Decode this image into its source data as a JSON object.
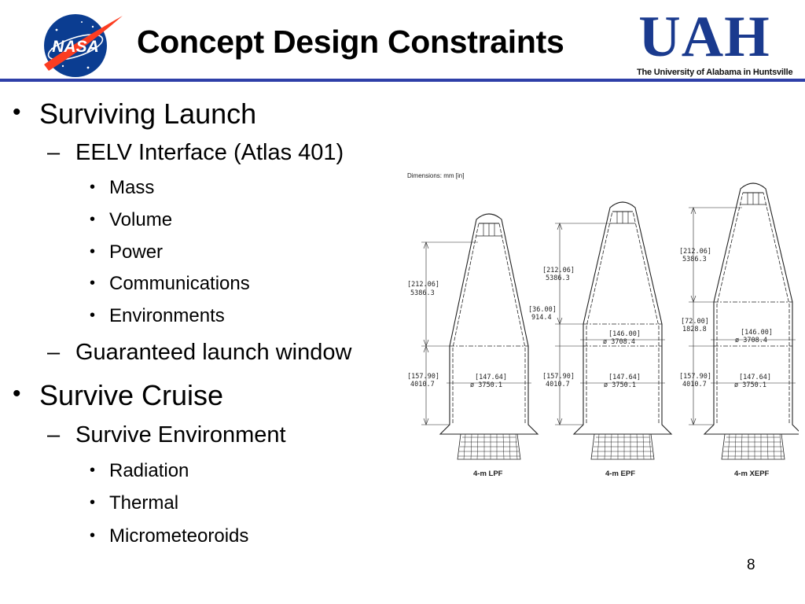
{
  "header": {
    "title": "Concept Design Constraints",
    "nasa_logo_text": "NASA",
    "uah_logo_text": "UAH",
    "uah_subtitle": "The University of Alabama in Huntsville",
    "rule_color": "#2e3fa8"
  },
  "bullets": {
    "b1": "Surviving Launch",
    "b1_1": "EELV Interface (Atlas 401)",
    "b1_1_1": "Mass",
    "b1_1_2": "Volume",
    "b1_1_3": "Power",
    "b1_1_4": "Communications",
    "b1_1_5": "Environments",
    "b1_2": "Guaranteed launch window",
    "b2": "Survive Cruise",
    "b2_1": "Survive Environment",
    "b2_1_1": "Radiation",
    "b2_1_2": "Thermal",
    "b2_1_3": "Micrometeoroids"
  },
  "markers": {
    "dot": "•",
    "dash": "–"
  },
  "diagram": {
    "header": "Dimensions: mm [in]",
    "fairings": [
      {
        "caption": "4-m LPF",
        "cone_in": "[212.06]",
        "cone_mm": "5386.3",
        "cyl_in": "[157.90]",
        "cyl_mm": "4010.7",
        "dia_in": "[147.64]",
        "dia_mm": "ø 3750.1"
      },
      {
        "caption": "4-m EPF",
        "cone_in": "[212.06]",
        "cone_mm": "5386.3",
        "ext_in": "[36.00]",
        "ext_mm": "914.4",
        "ext_dia_in": "[146.00]",
        "ext_dia_mm": "ø 3708.4",
        "cyl_in": "[157.90]",
        "cyl_mm": "4010.7",
        "dia_in": "[147.64]",
        "dia_mm": "ø 3750.1"
      },
      {
        "caption": "4-m XEPF",
        "cone_in": "[212.06]",
        "cone_mm": "5386.3",
        "ext_in": "[72.00]",
        "ext_mm": "1828.8",
        "ext_dia_in": "[146.00]",
        "ext_dia_mm": "ø 3708.4",
        "cyl_in": "[157.90]",
        "cyl_mm": "4010.7",
        "dia_in": "[147.64]",
        "dia_mm": "ø 3750.1"
      }
    ]
  },
  "footer": {
    "page_number": "8"
  }
}
